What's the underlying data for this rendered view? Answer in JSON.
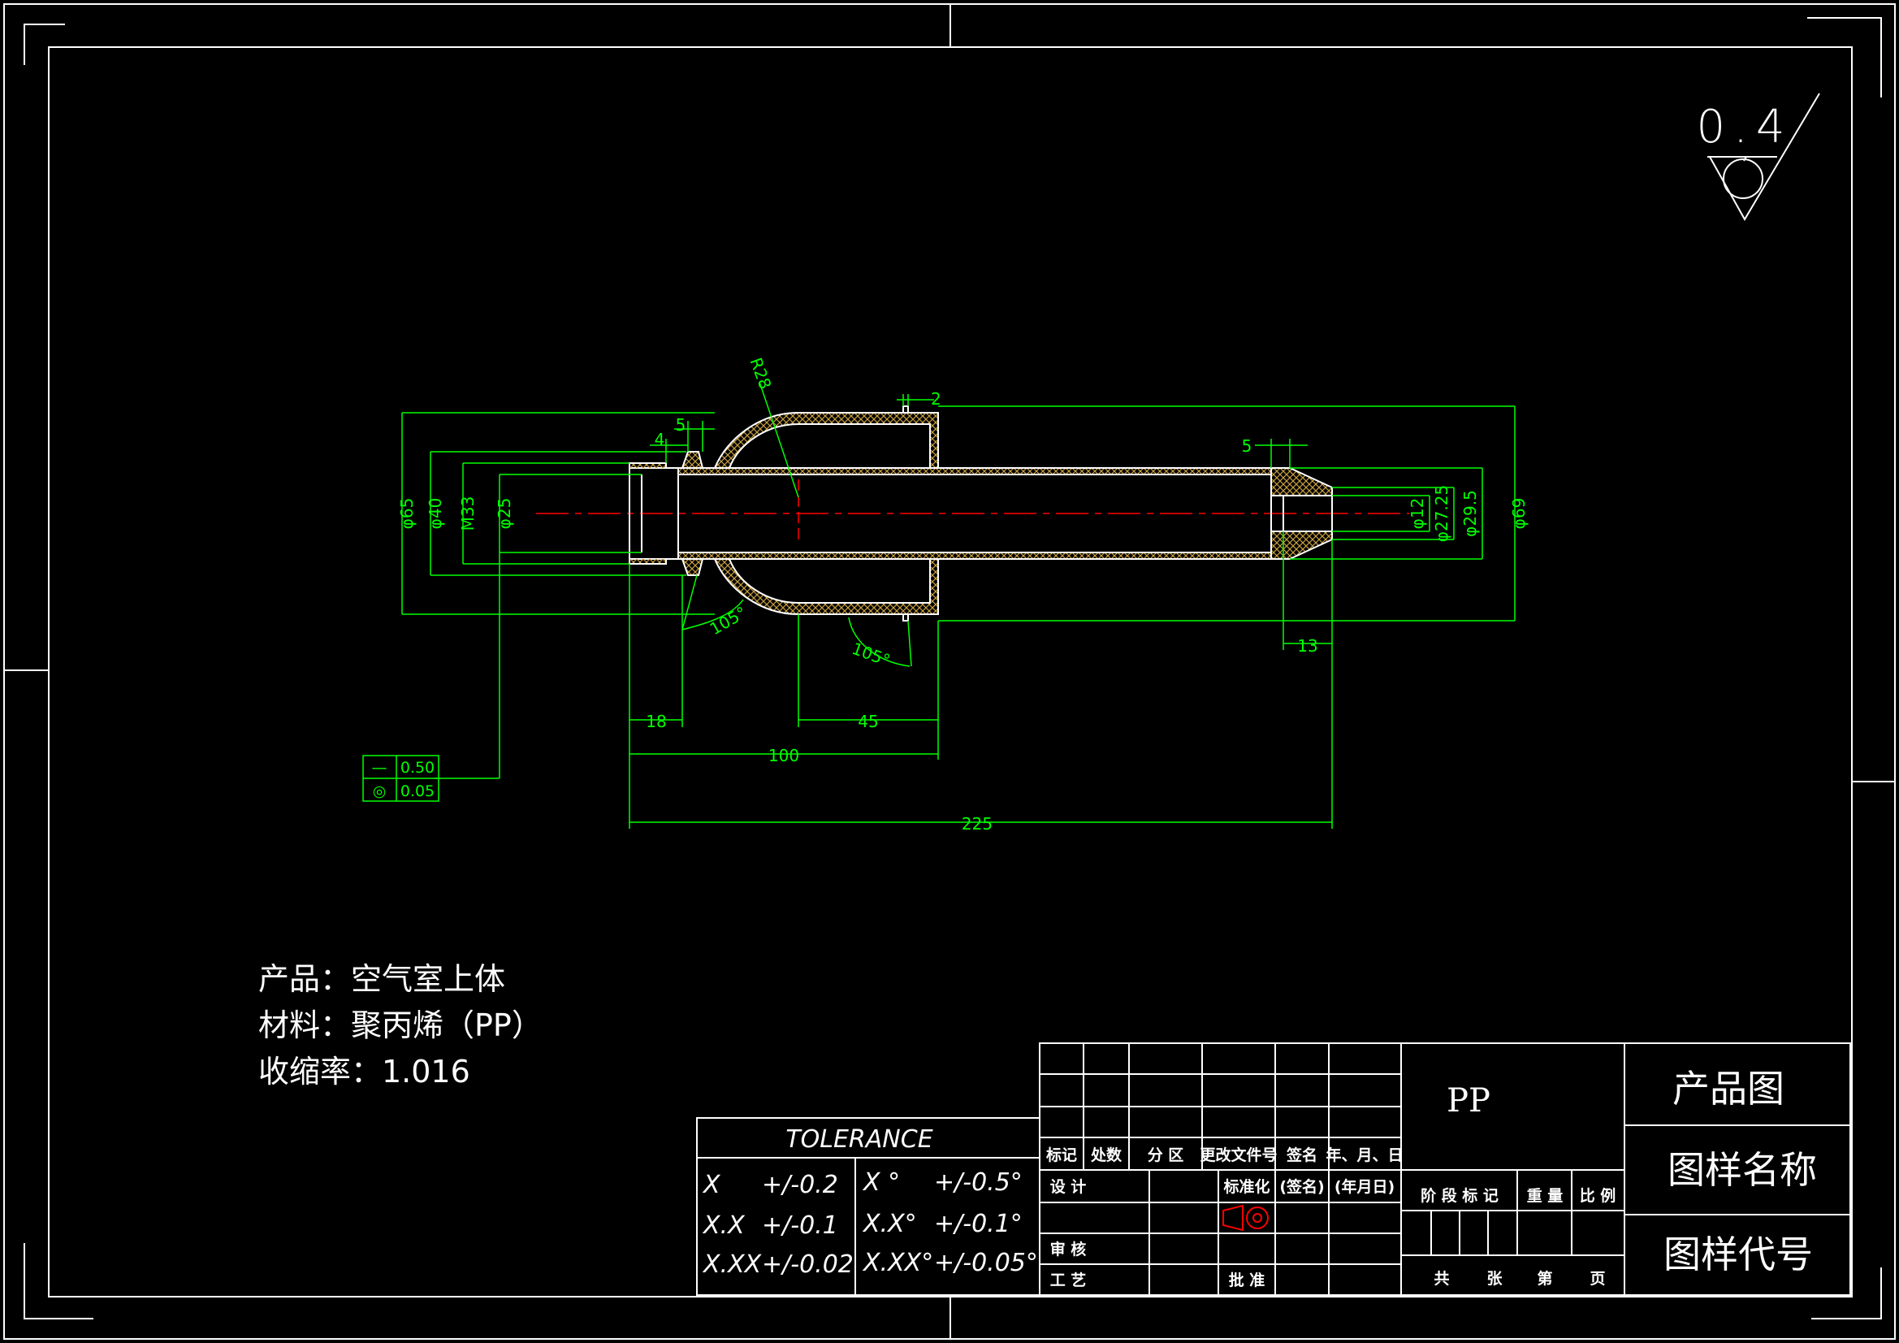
{
  "surface_finish": "0.4",
  "dimensions": {
    "d65": "φ65",
    "d40": "φ40",
    "m33": "M33",
    "d25": "φ25",
    "r28": "R28",
    "d4": "4",
    "d5_left": "5",
    "d2": "2",
    "d5_right": "5",
    "d12": "φ12",
    "d27_25": "φ27.25",
    "d29_5": "φ29.5",
    "d69": "φ69",
    "a105_left": "105°",
    "a105_right": "105°",
    "d13": "13",
    "d18": "18",
    "d45": "45",
    "d100": "100",
    "d225": "225"
  },
  "tolerance_frame": {
    "flatness_symbol": "—",
    "flatness_value": "0.50",
    "concentricity_symbol": "◎",
    "concentricity_value": "0.05"
  },
  "notes": {
    "product": "产品：空气室上体",
    "material": "材料：聚丙烯（PP）",
    "shrinkage": "收缩率：1.016"
  },
  "tolerance_table": {
    "title": "TOLERANCE",
    "rows": [
      {
        "fmt": "X",
        "tol": "+/-0.2",
        "afmt": "X °",
        "atol": "+/-0.5°"
      },
      {
        "fmt": "X.X",
        "tol": "+/-0.1",
        "afmt": "X.X°",
        "atol": "+/-0.1°"
      },
      {
        "fmt": "X.XX",
        "tol": "+/-0.02",
        "afmt": "X.XX°",
        "atol": "+/-0.05°"
      }
    ]
  },
  "title_block": {
    "h_mark": "标记",
    "h_count": "处数",
    "h_zone": "分 区",
    "h_docno": "更改文件号",
    "h_sign": "签名",
    "h_date": "年、月、日",
    "design": "设 计",
    "standard": "标准化",
    "sign2": "(签名)",
    "date2": "(年月日)",
    "review": "审 核",
    "process": "工 艺",
    "approve": "批 准",
    "material_code": "PP",
    "stage_mark": "阶 段 标 记",
    "weight": "重 量",
    "scale": "比 例",
    "total": "共",
    "sheets": "张",
    "sheet_no": "第",
    "page": "页",
    "product_drawing": "产品图",
    "drawing_name": "图样名称",
    "drawing_code": "图样代号"
  },
  "colors": {
    "frame": "#ffffff",
    "dimension": "#00ff00",
    "centerline": "#ff0000",
    "hatch": "#c8a040",
    "text": "#ffffff"
  }
}
